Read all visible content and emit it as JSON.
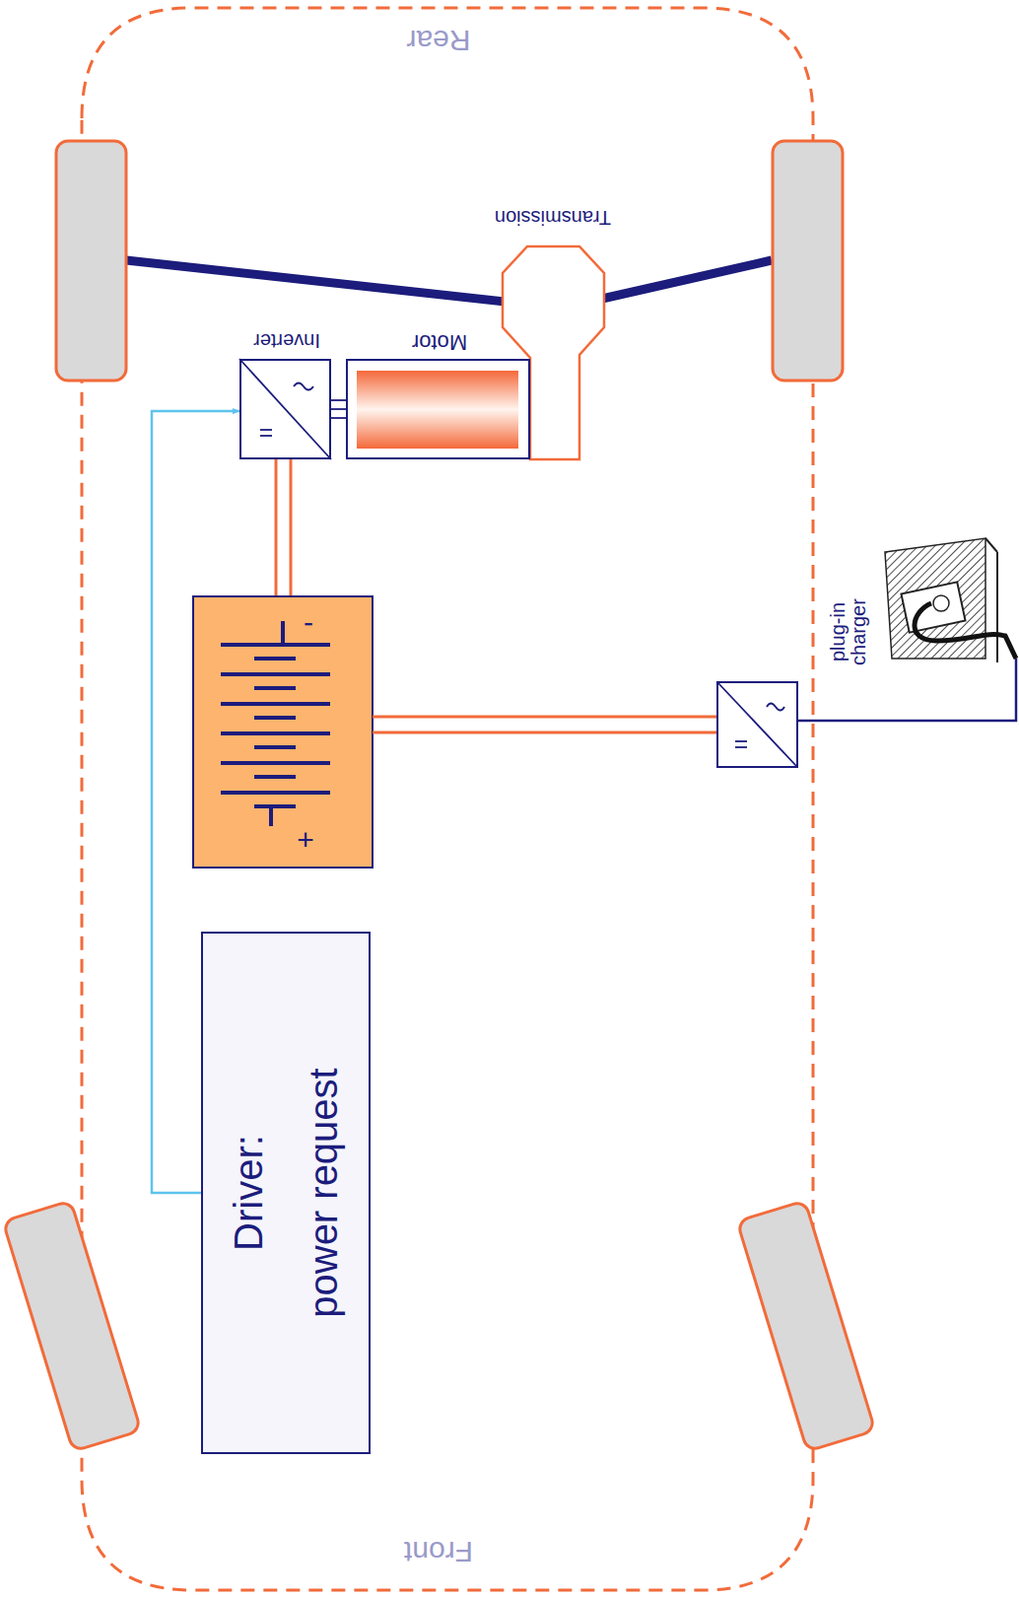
{
  "diagram": {
    "nodes": [
      {
        "text": [
          "Transmission"
        ]
      },
      {
        "text": [
          "Inverter"
        ]
      },
      {
        "text": [
          "Motor"
        ]
      },
      {
        "text": [
          "Driver:",
          "power request"
        ]
      }
    ],
    "edges": [
      {
        "from": 3,
        "to": 1,
        "arrow": "to"
      },
      {
        "from": 1,
        "to": 2,
        "arrow": "none"
      }
    ],
    "labels": [
      "Rear",
      "Front",
      "plug-in charger",
      "+",
      "-"
    ]
  }
}
